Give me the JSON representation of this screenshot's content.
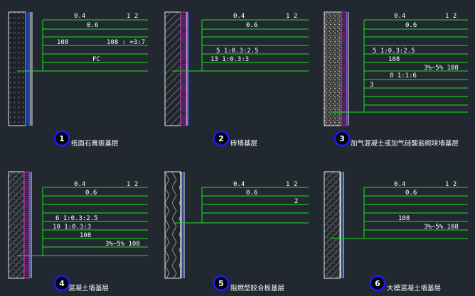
{
  "colors": {
    "background": "#212830",
    "leader": "#19e619",
    "wall_outline": "#e8e8e8",
    "circle": "#1a1aff",
    "finish": "#cc33cc",
    "board": "#4466ff"
  },
  "panels": [
    {
      "number": "1",
      "caption": "纸面石膏板基层",
      "texts": [
        "0.4",
        "1 2",
        "0.6",
        "108",
        "108 :   =3:7",
        "FC"
      ]
    },
    {
      "number": "2",
      "caption": "砖墙基层",
      "texts": [
        "0.4",
        "1 2",
        "0.6",
        "5 1:0.3:2.5",
        "13 1:0.3:3"
      ]
    },
    {
      "number": "3",
      "caption": "加气混凝土或加气硅酸盐砌块墙基层",
      "texts": [
        "0.4",
        "1 2",
        "0.6",
        "5 1:0.3:2.5",
        "108",
        "3%~5% 108",
        "8 1:1:6",
        "3"
      ]
    },
    {
      "number": "4",
      "caption": "混凝土墙基层",
      "texts": [
        "0.4",
        "1 2",
        "0.6",
        "6 1:0.3:2.5",
        "10 1:0.3:3",
        "108",
        "3%~5% 108"
      ]
    },
    {
      "number": "5",
      "caption": "阻燃型胶合板基层",
      "texts": [
        "0.4",
        "1 2",
        "0.6",
        "2"
      ]
    },
    {
      "number": "6",
      "caption": "大模混凝土墙基层",
      "texts": [
        "0.4",
        "1 2",
        "0.6",
        "108",
        "3%~5% 108"
      ]
    }
  ]
}
